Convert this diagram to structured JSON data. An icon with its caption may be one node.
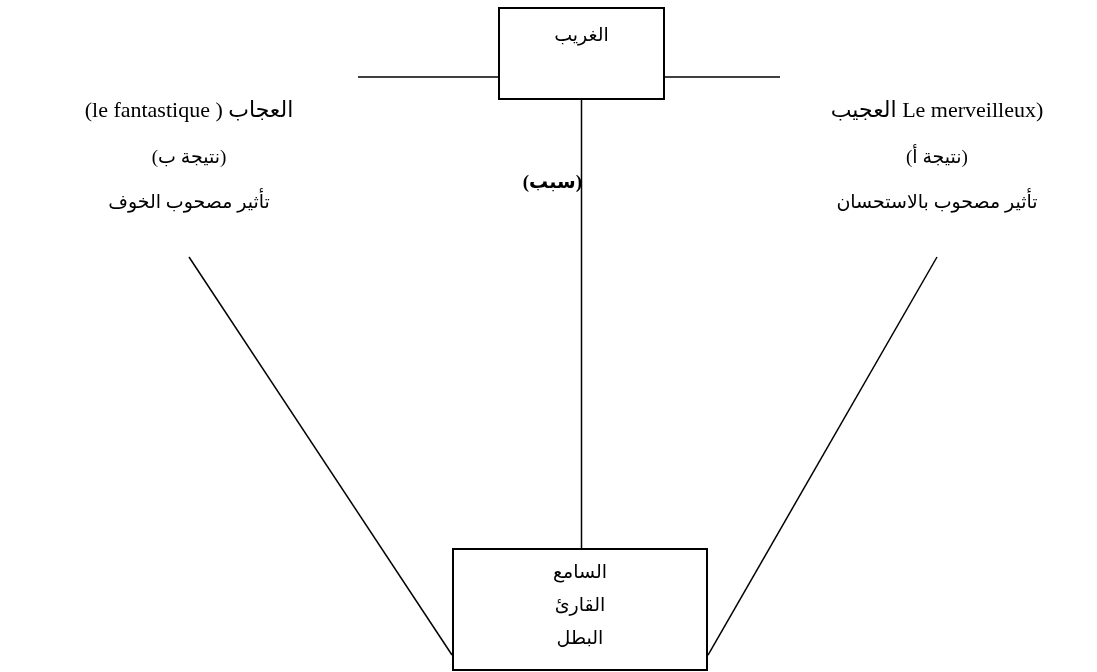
{
  "diagram": {
    "nodes": [
      {
        "text": [
          "الغريب"
        ]
      },
      {
        "text": [
          "(le fantastique ) العجاب",
          "(نتيجة ب)",
          "تأثير مصحوب الخوف"
        ]
      },
      {
        "text": [
          "العجيب Le merveilleux)",
          "(نتيجة أ)",
          "تأثير مصحوب بالاستحسان"
        ]
      },
      {
        "text": [
          "السامع",
          "القارئ",
          "البطل"
        ]
      }
    ],
    "edges": [
      {
        "from": 0,
        "to": 1,
        "arrow": "none"
      },
      {
        "from": 0,
        "to": 2,
        "arrow": "none"
      },
      {
        "from": 0,
        "to": 3,
        "arrow": "none"
      },
      {
        "from": 1,
        "to": 3,
        "arrow": "none"
      },
      {
        "from": 2,
        "to": 3,
        "arrow": "none"
      }
    ],
    "labels": [
      "(سبب)"
    ]
  }
}
